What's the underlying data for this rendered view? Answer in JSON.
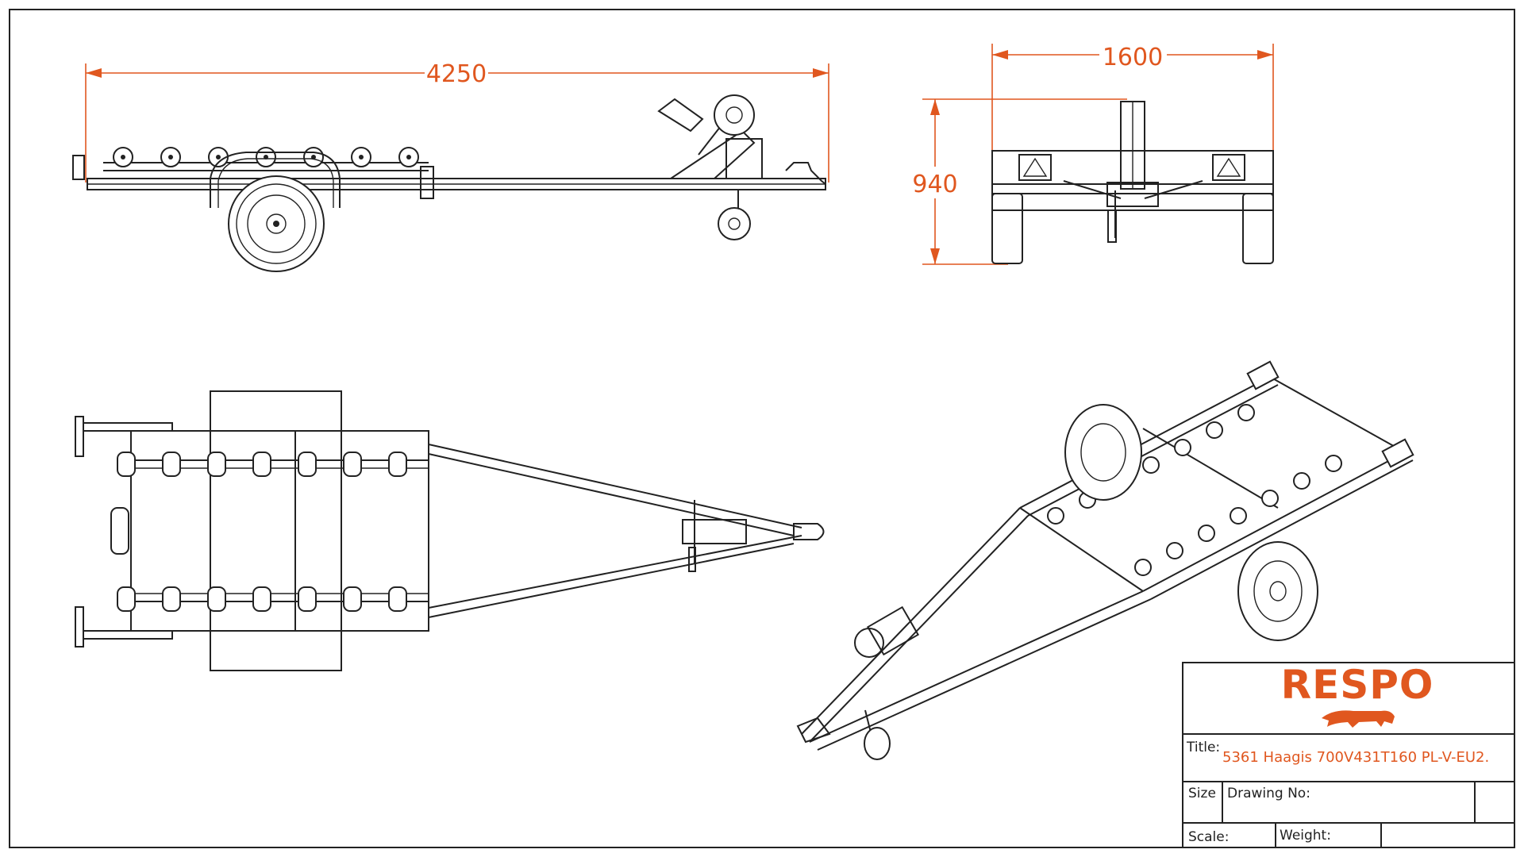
{
  "dimensions": {
    "length": "4250",
    "width": "1600",
    "height": "940"
  },
  "title_block": {
    "brand": "RESPO",
    "title_label": "Title:",
    "title_value": "5361 Haagis 700V431T160 PL-V-EU2.",
    "size_label": "Size",
    "drawing_no_label": "Drawing No:",
    "scale_label": "Scale:",
    "weight_label": "Weight:"
  },
  "colors": {
    "accent": "#e0571f",
    "line": "#222222",
    "background": "#ffffff"
  },
  "icons": {
    "logo": "bull-icon"
  }
}
